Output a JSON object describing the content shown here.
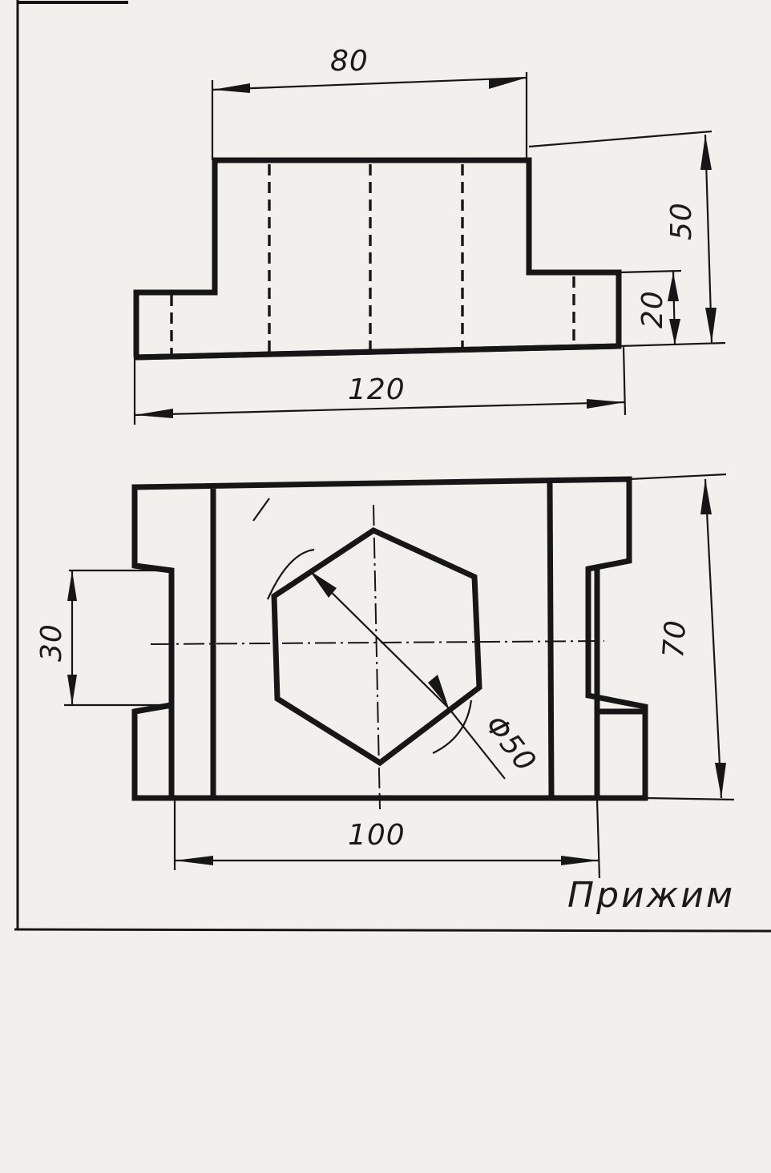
{
  "drawing": {
    "title": "Прижим",
    "front_view": {
      "dimensions": {
        "top_width": "80",
        "overall_length": "120",
        "total_height": "50",
        "base_height": "20"
      }
    },
    "top_view": {
      "dimensions": {
        "tab_width": "30",
        "depth": "70",
        "length_between_slots": "100",
        "hexagon_diameter": "Φ50"
      }
    }
  }
}
